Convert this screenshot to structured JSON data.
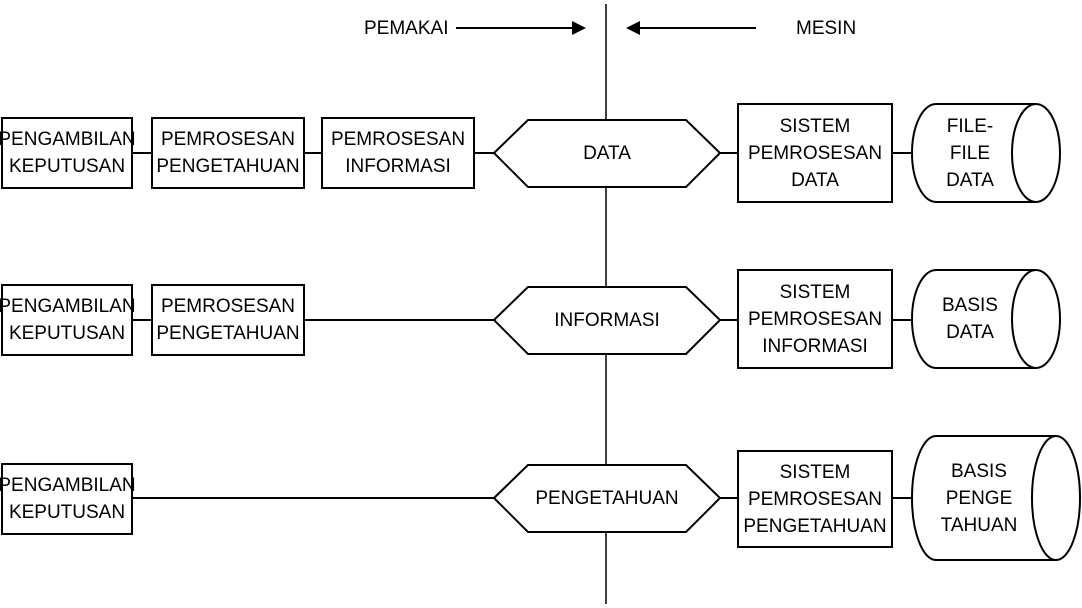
{
  "header": {
    "left": "PEMAKAI",
    "right": "MESIN"
  },
  "rows": [
    {
      "user_boxes": [
        "PENGAMBILAN\nKEPUTUSAN",
        "PEMROSESAN\nPENGETAHUAN",
        "PEMROSESAN\nINFORMASI"
      ],
      "hexagon": "DATA",
      "system": "SISTEM\nPEMROSESAN\nDATA",
      "store": "FILE-\nFILE\nDATA"
    },
    {
      "user_boxes": [
        "PENGAMBILAN\nKEPUTUSAN",
        "PEMROSESAN\nPENGETAHUAN"
      ],
      "hexagon": "INFORMASI",
      "system": "SISTEM\nPEMROSESAN\nINFORMASI",
      "store": "BASIS\nDATA"
    },
    {
      "user_boxes": [
        "PENGAMBILAN\nKEPUTUSAN"
      ],
      "hexagon": "PENGETAHUAN",
      "system": "SISTEM\nPEMROSESAN\nPENGETAHUAN",
      "store": "BASIS\nPENGE\nTAHUAN"
    }
  ],
  "colors": {
    "stroke": "#000000",
    "background": "#ffffff"
  }
}
